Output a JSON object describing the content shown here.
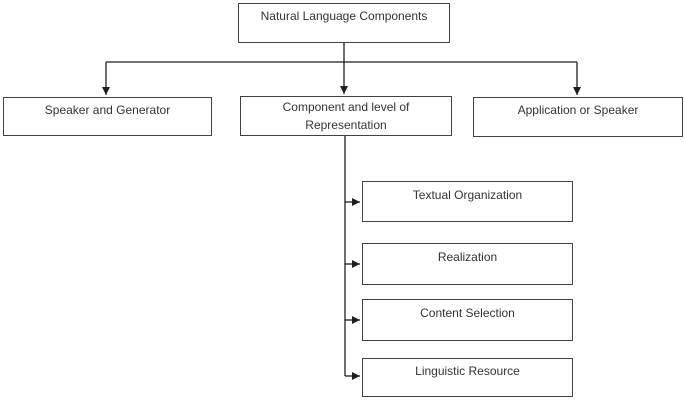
{
  "figure": {
    "type": "flowchart",
    "background_color": "#ffffff",
    "box_border_color": "#424242",
    "connector_color": "#1f1f1f",
    "text_color": "#333333"
  },
  "root": {
    "label": "Natural Language Components"
  },
  "branches": [
    {
      "label": "Speaker and Generator"
    },
    {
      "label": "Component and level of Representation"
    },
    {
      "label": "Application or Speaker"
    }
  ],
  "sub_components": [
    {
      "label": "Textual Organization"
    },
    {
      "label": "Realization"
    },
    {
      "label": "Content Selection"
    },
    {
      "label": "Linguistic Resource"
    }
  ]
}
